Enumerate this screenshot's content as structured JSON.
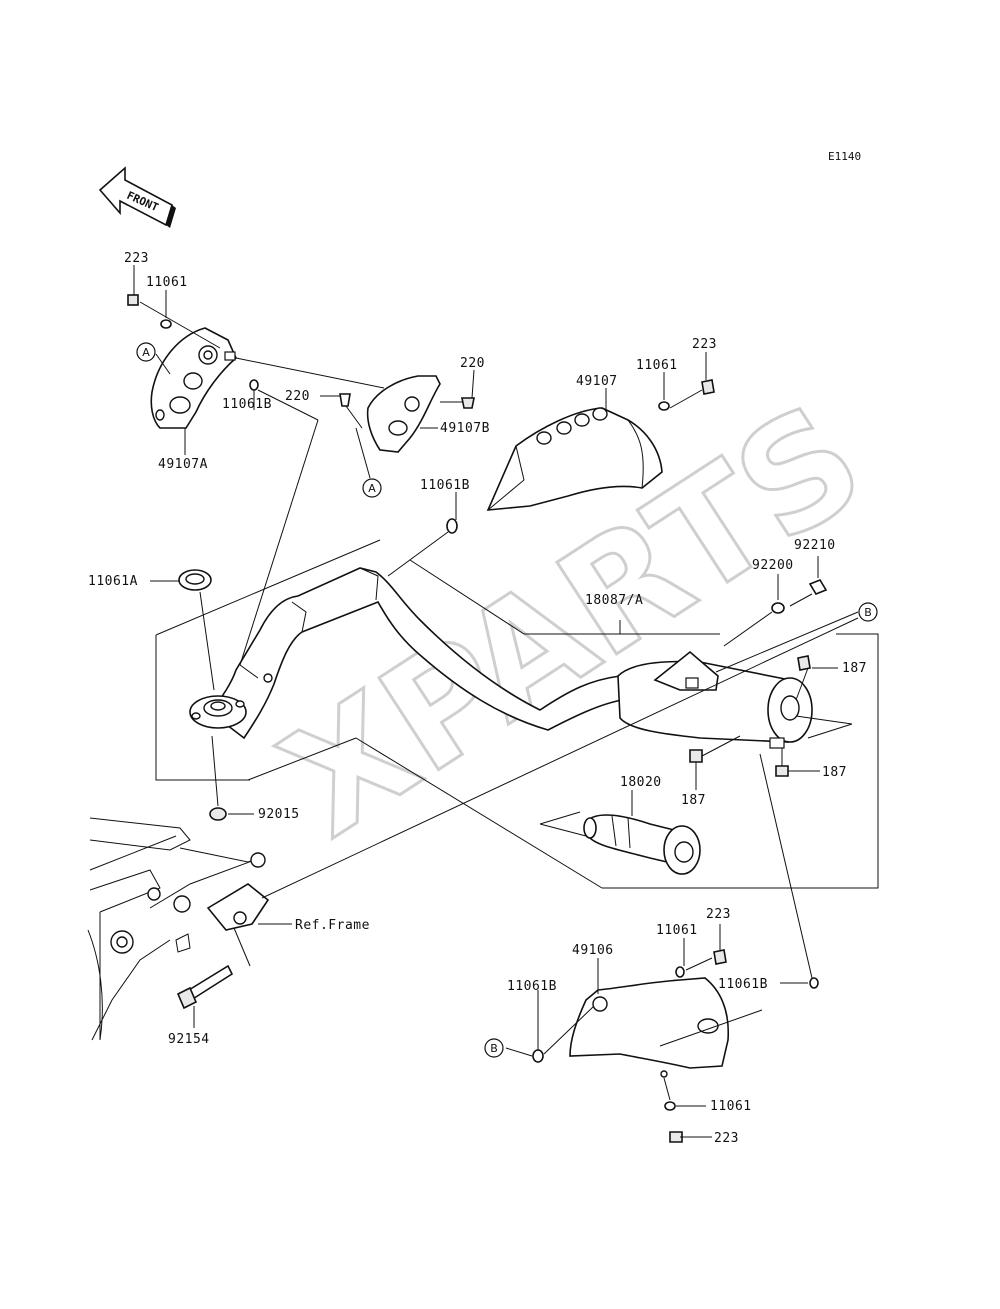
{
  "diagram_code": "E1140",
  "front_arrow_text": "FRONT",
  "watermark": "XPARTS",
  "callouts": {
    "a": "A",
    "b": "B"
  },
  "labels": {
    "p223_top_left": "223",
    "p11061_top_left": "11061",
    "p11061b_left": "11061B",
    "p49107a": "49107A",
    "p220_upper": "220",
    "p220_left": "220",
    "p49107b": "49107B",
    "p49107": "49107",
    "p11061_upper_right": "11061",
    "p223_upper_right": "223",
    "p11061b_center": "11061B",
    "p11061a": "11061A",
    "p18087a": "18087/A",
    "p92200": "92200",
    "p92210": "92210",
    "p187_right_top": "187",
    "p187_right_bottom": "187",
    "p187_center": "187",
    "p18020": "18020",
    "p92015": "92015",
    "ref_frame": "Ref.Frame",
    "p92154": "92154",
    "p223_lower": "223",
    "p11061_lower": "11061",
    "p49106": "49106",
    "p11061b_lower_left": "11061B",
    "p11061b_lower_right": "11061B",
    "p11061_bottom": "11061",
    "p223_bottom": "223"
  }
}
